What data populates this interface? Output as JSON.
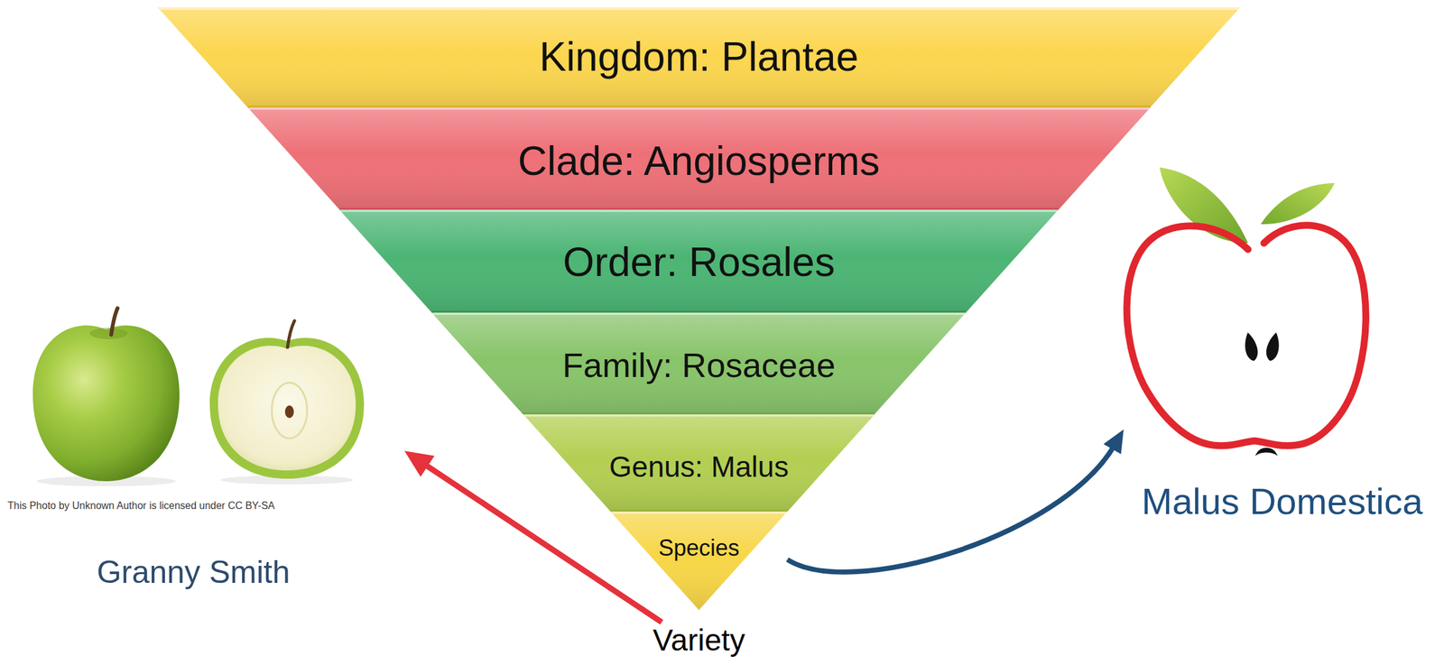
{
  "diagram": {
    "nodes": [
      {
        "text": [
          "Kingdom: Plantae"
        ]
      },
      {
        "text": [
          "Clade: Angiosperms"
        ]
      },
      {
        "text": [
          "Order: Rosales"
        ]
      },
      {
        "text": [
          "Family: Rosaceae"
        ]
      },
      {
        "text": [
          "Genus: Malus"
        ]
      },
      {
        "text": [
          "Species"
        ]
      },
      {
        "text": [
          "Variety"
        ]
      },
      {
        "text": [
          "This Photo by Unknown Author is licensed under CC BY-SA",
          "Granny Smith"
        ]
      },
      {
        "text": [
          "Malus Domestica"
        ]
      }
    ],
    "edges": [
      {
        "from": 6,
        "to": 7,
        "arrow": "to"
      },
      {
        "from": 5,
        "to": 8,
        "arrow": "to"
      }
    ]
  }
}
